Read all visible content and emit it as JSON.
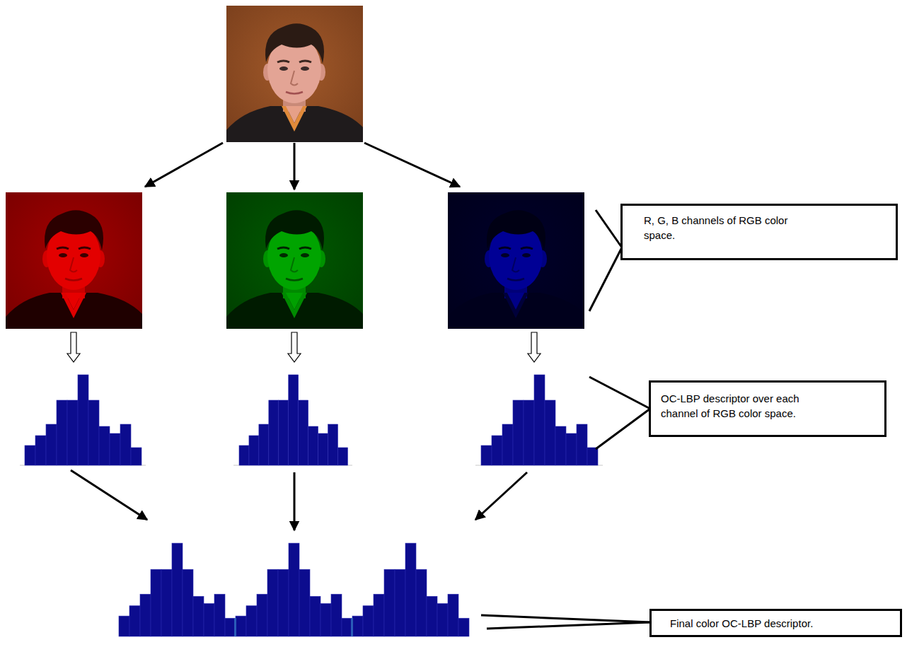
{
  "diagram": {
    "nodes": [
      {
        "text": [
          "R, G, B channels of RGB color space."
        ]
      },
      {
        "text": [
          "OC-LBP descriptor over each channel of RGB color space."
        ]
      },
      {
        "text": [
          "Final color OC-LBP descriptor."
        ]
      }
    ]
  }
}
